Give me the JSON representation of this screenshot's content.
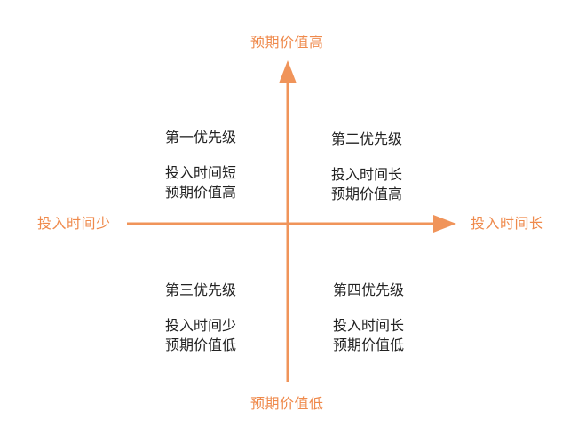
{
  "colors": {
    "axis": "#f0945a",
    "axis_label": "#ef8a4c",
    "text": "#222222",
    "background": "#ffffff"
  },
  "axes": {
    "top": "预期价值高",
    "bottom": "预期价值低",
    "left": "投入时间少",
    "right": "投入时间长"
  },
  "quadrants": {
    "q1": {
      "title": "第一优先级",
      "line1": "投入时间短",
      "line2": "预期价值高"
    },
    "q2": {
      "title": "第二优先级",
      "line1": "投入时间长",
      "line2": "预期价值高"
    },
    "q3": {
      "title": "第三优先级",
      "line1": "投入时间少",
      "line2": "预期价值低"
    },
    "q4": {
      "title": "第四优先级",
      "line1": "投入时间长",
      "line2": "预期价值低"
    }
  }
}
